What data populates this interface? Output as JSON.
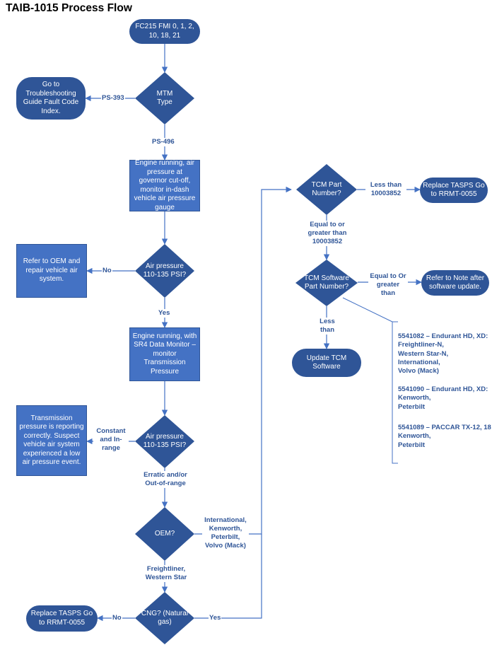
{
  "title": "TAIB-1015 Process Flow",
  "nodes": {
    "start": "FC215 FMI 0, 1, 2, 10, 18, 21",
    "mtm_type": "MTM Type",
    "troubleshoot": "Go to Troubleshooting Guide Fault Code Index.",
    "engine_governor": "Engine running, air pressure at governor cut-off, monitor in-dash vehicle air pressure gauge",
    "air_pressure_1": "Air pressure 110-135 PSI?",
    "refer_oem": "Refer to OEM and repair vehicle air system.",
    "engine_sr4": "Engine running, with SR4 Data Monitor – monitor Transmission Pressure",
    "air_pressure_2": "Air pressure 110-135 PSI?",
    "trans_correct": "Transmission pressure is reporting correctly. Suspect vehicle air system experienced a low air pressure event.",
    "oem": "OEM?",
    "cng": "CNG? (Natural gas)",
    "replace_taspS_left": "Replace TASPS Go to RRMT-0055",
    "tcm_part": "TCM Part Number?",
    "replace_tasps_right": "Replace TASPS Go to RRMT-0055",
    "tcm_software": "TCM Software Part Number?",
    "refer_note": "Refer to Note after software update.",
    "update_tcm": "Update TCM Software"
  },
  "labels": {
    "ps393": "PS-393",
    "ps496": "PS-496",
    "no_1": "No",
    "yes_1": "Yes",
    "constant": "Constant and In-range",
    "erratic": "Erratic and/or Out-of-range",
    "oem_right": "International, Kenworth, Peterbilt, Volvo (Mack)",
    "oem_down": "Freightliner, Western Star",
    "no_cng": "No",
    "yes_cng": "Yes",
    "less_than_part": "Less than 10003852",
    "equal_greater_part": "Equal to or greater than 10003852",
    "equal_greater_sw": "Equal to Or greater than",
    "less_than_sw": "Less than"
  },
  "software_note": {
    "p1_line1": "5541082 – Endurant HD, XD:",
    "p1_line2": "Freightliner-N,",
    "p1_line3": "Western Star-N,",
    "p1_line4": "International,",
    "p1_line5": "Volvo (Mack)",
    "p2_line1": "5541090 – Endurant HD, XD:",
    "p2_line2": "Kenworth,",
    "p2_line3": "Peterbilt",
    "p3_line1": "5541089 – PACCAR TX-12, 18",
    "p3_line2": "Kenworth,",
    "p3_line3": "Peterbilt"
  },
  "colors": {
    "box_fill": "#4472c4",
    "dark_fill": "#2f5597",
    "connector": "#4472c4",
    "label_text": "#2f5597"
  }
}
